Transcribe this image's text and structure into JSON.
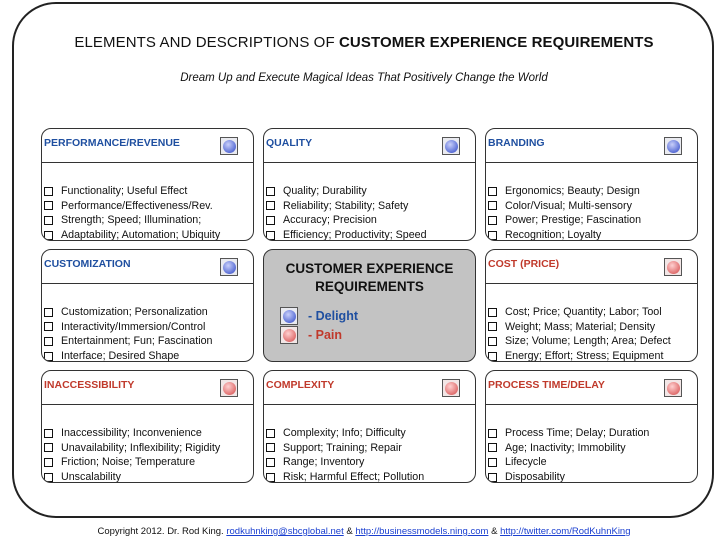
{
  "title": {
    "prefix": "ELEMENTS AND DESCRIPTIONS OF ",
    "bold": "CUSTOMER EXPERIENCE REQUIREMENTS"
  },
  "subtitle": "Dream Up and Execute Magical Ideas That Positively Change the World",
  "colors": {
    "delight": "#1f4fa0",
    "pain": "#c0392b",
    "center_fill": "#c3c3c3"
  },
  "cards": [
    {
      "title": "PERFORMANCE/REVENUE",
      "face": "delight",
      "items": [
        "Functionality; Useful Effect",
        "Performance/Effectiveness/Rev.",
        "Strength; Speed; Illumination;",
        "Adaptability; Automation; Ubiquity"
      ]
    },
    {
      "title": "QUALITY",
      "face": "delight",
      "items": [
        "Quality; Durability",
        "Reliability; Stability; Safety",
        "Accuracy; Precision",
        "Efficiency; Productivity; Speed"
      ]
    },
    {
      "title": "BRANDING",
      "face": "delight",
      "items": [
        "Ergonomics; Beauty; Design",
        "Color/Visual; Multi-sensory",
        "Power; Prestige; Fascination",
        "Recognition;  Loyalty"
      ]
    },
    {
      "title": "CUSTOMIZATION",
      "face": "delight",
      "items": [
        "Customization; Personalization",
        "Interactivity/Immersion/Control",
        "Entertainment; Fun; Fascination",
        "Interface; Desired Shape"
      ]
    },
    {
      "title": "COST (PRICE)",
      "face": "pain",
      "items": [
        "Cost; Price; Quantity; Labor; Tool",
        "Weight;  Mass; Material; Density",
        "Size; Volume; Length; Area; Defect",
        "Energy; Effort; Stress; Equipment"
      ]
    },
    {
      "title": "INACCESSIBILITY",
      "face": "pain",
      "items": [
        "Inaccessibility; Inconvenience",
        "Unavailability; Inflexibility; Rigidity",
        "Friction; Noise; Temperature",
        "Unscalability"
      ]
    },
    {
      "title": "COMPLEXITY",
      "face": "pain",
      "items": [
        "Complexity;  Info; Difficulty",
        "Support; Training; Repair",
        "Range; Inventory",
        "Risk; Harmful Effect; Pollution"
      ]
    },
    {
      "title": "PROCESS TIME/DELAY",
      "face": "pain",
      "items": [
        "Process Time; Delay; Duration",
        "Age; Inactivity; Immobility",
        "Lifecycle",
        "Disposability"
      ]
    }
  ],
  "center": {
    "title_line1": "CUSTOMER EXPERIENCE",
    "title_line2": "REQUIREMENTS",
    "legend": [
      {
        "text": "-  Delight",
        "face": "delight"
      },
      {
        "text": "-  Pain",
        "face": "pain"
      }
    ]
  },
  "footer": {
    "prefix": "Copyright 2012. Dr. Rod King. ",
    "email": "rodkuhnking@sbcglobal.net",
    "sep1": " & ",
    "link1": "http://businessmodels.ning.com",
    "sep2": " & ",
    "link2": "http://twitter.com/RodKuhnKing"
  }
}
